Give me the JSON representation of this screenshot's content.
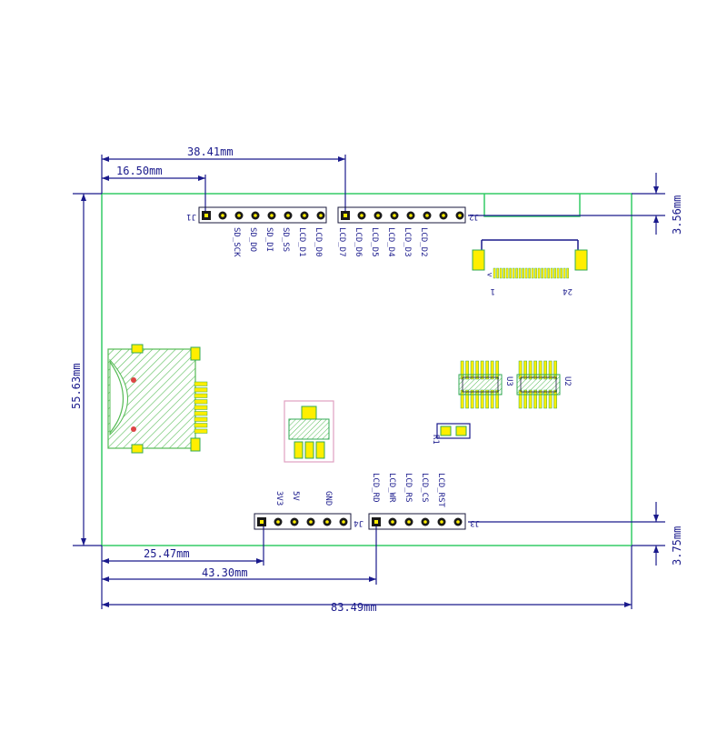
{
  "dimensions": {
    "width_total": "83.49mm",
    "height_total": "55.63mm",
    "j1_offset": "16.50mm",
    "j2_offset": "38.41mm",
    "j4_offset": "25.47mm",
    "j3_offset": "43.30mm",
    "top_margin": "3.56mm",
    "bottom_margin": "3.75mm"
  },
  "connectors": {
    "j1": {
      "ref": "J1",
      "pins": [
        "SD_SCK",
        "SD_DO",
        "SD_DI",
        "SD_SS",
        "LCD_D1",
        "LCD_D0"
      ]
    },
    "j2": {
      "ref": "J2",
      "pins": [
        "LCD_D7",
        "LCD_D6",
        "LCD_D5",
        "LCD_D4",
        "LCD_D3",
        "LCD_D2"
      ]
    },
    "j3": {
      "ref": "J3",
      "pins": [
        "LCD_RD",
        "LCD_WR",
        "LCD_RS",
        "LCD_CS",
        "LCD_RST"
      ]
    },
    "j4": {
      "ref": "J4",
      "pins": [
        "3V3",
        "5V",
        "GND"
      ]
    }
  },
  "components": {
    "u2": "U2",
    "u3": "U3",
    "r1": "R1",
    "fpc_pin1": "1",
    "fpc_pin24": "24"
  },
  "colors": {
    "dimension": "#1a1a8c",
    "board_outline": "#33cc66",
    "pad": "#ffee00",
    "hatch": "#55bb55",
    "regulator_outline": "#e0a0c0"
  }
}
